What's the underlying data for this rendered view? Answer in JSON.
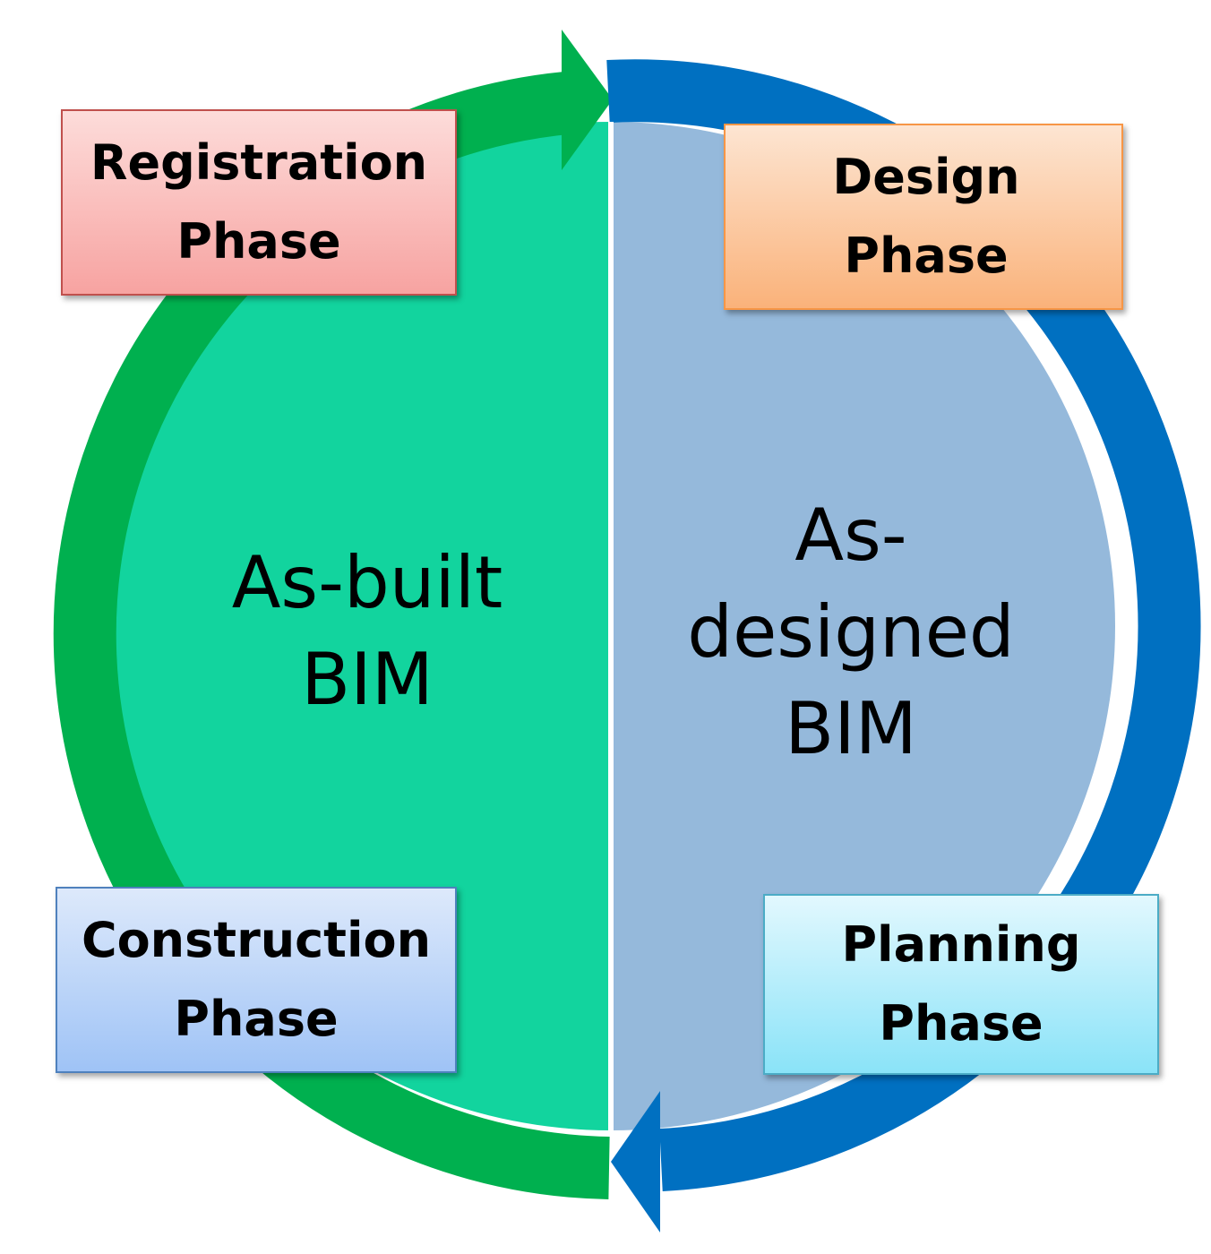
{
  "colors": {
    "left_fill": "#12d49e",
    "right_fill": "#95b9db",
    "green_arrow": "#00b04f",
    "blue_arrow": "#0070c1",
    "divider": "#ffffff"
  },
  "center": {
    "left_label": [
      "As-built",
      "BIM"
    ],
    "right_label": [
      "As-",
      "designed",
      "BIM"
    ]
  },
  "phases": {
    "registration": [
      "Registration",
      "Phase"
    ],
    "design": [
      "Design",
      "Phase"
    ],
    "construction": [
      "Construction",
      "Phase"
    ],
    "planning": [
      "Planning",
      "Phase"
    ]
  },
  "icons": {
    "top_arrow": "arrow-right-icon",
    "bottom_arrow": "arrow-left-icon"
  }
}
